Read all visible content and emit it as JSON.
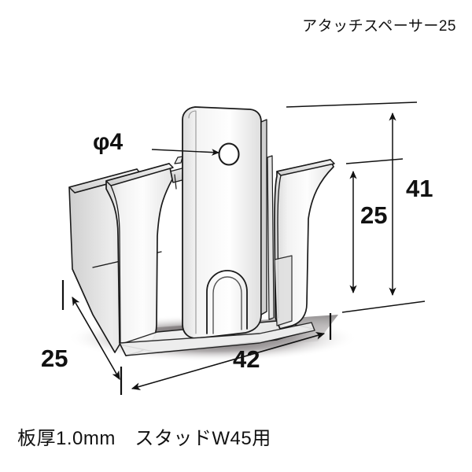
{
  "document": {
    "title": "アタッチスペーサー25",
    "footer_note": "板厚1.0mm　スタッドW45用",
    "background_color": "#ffffff",
    "line_color": "#1a1a1a",
    "body_fill_light": "#fbfbfb",
    "body_fill_mid": "#e9e9e9",
    "body_fill_dark": "#d2d2d2",
    "shadow_color": "#3a3334"
  },
  "drawing": {
    "type": "isometric-technical-illustration",
    "subject": "sheet metal attach spacer bracket",
    "units": "mm",
    "plate_thickness": "1.0mm",
    "stud_spec": "W45"
  },
  "dimensions": {
    "hole_diameter": {
      "label": "φ4",
      "value": 4,
      "kind": "diameter",
      "leader": true
    },
    "overall_height": {
      "label": "41",
      "value": 41,
      "kind": "vertical"
    },
    "tab_height": {
      "label": "25",
      "value": 25,
      "kind": "vertical"
    },
    "overall_width": {
      "label": "42",
      "value": 42,
      "kind": "horizontal"
    },
    "overall_depth": {
      "label": "25",
      "value": 25,
      "kind": "depth"
    }
  }
}
